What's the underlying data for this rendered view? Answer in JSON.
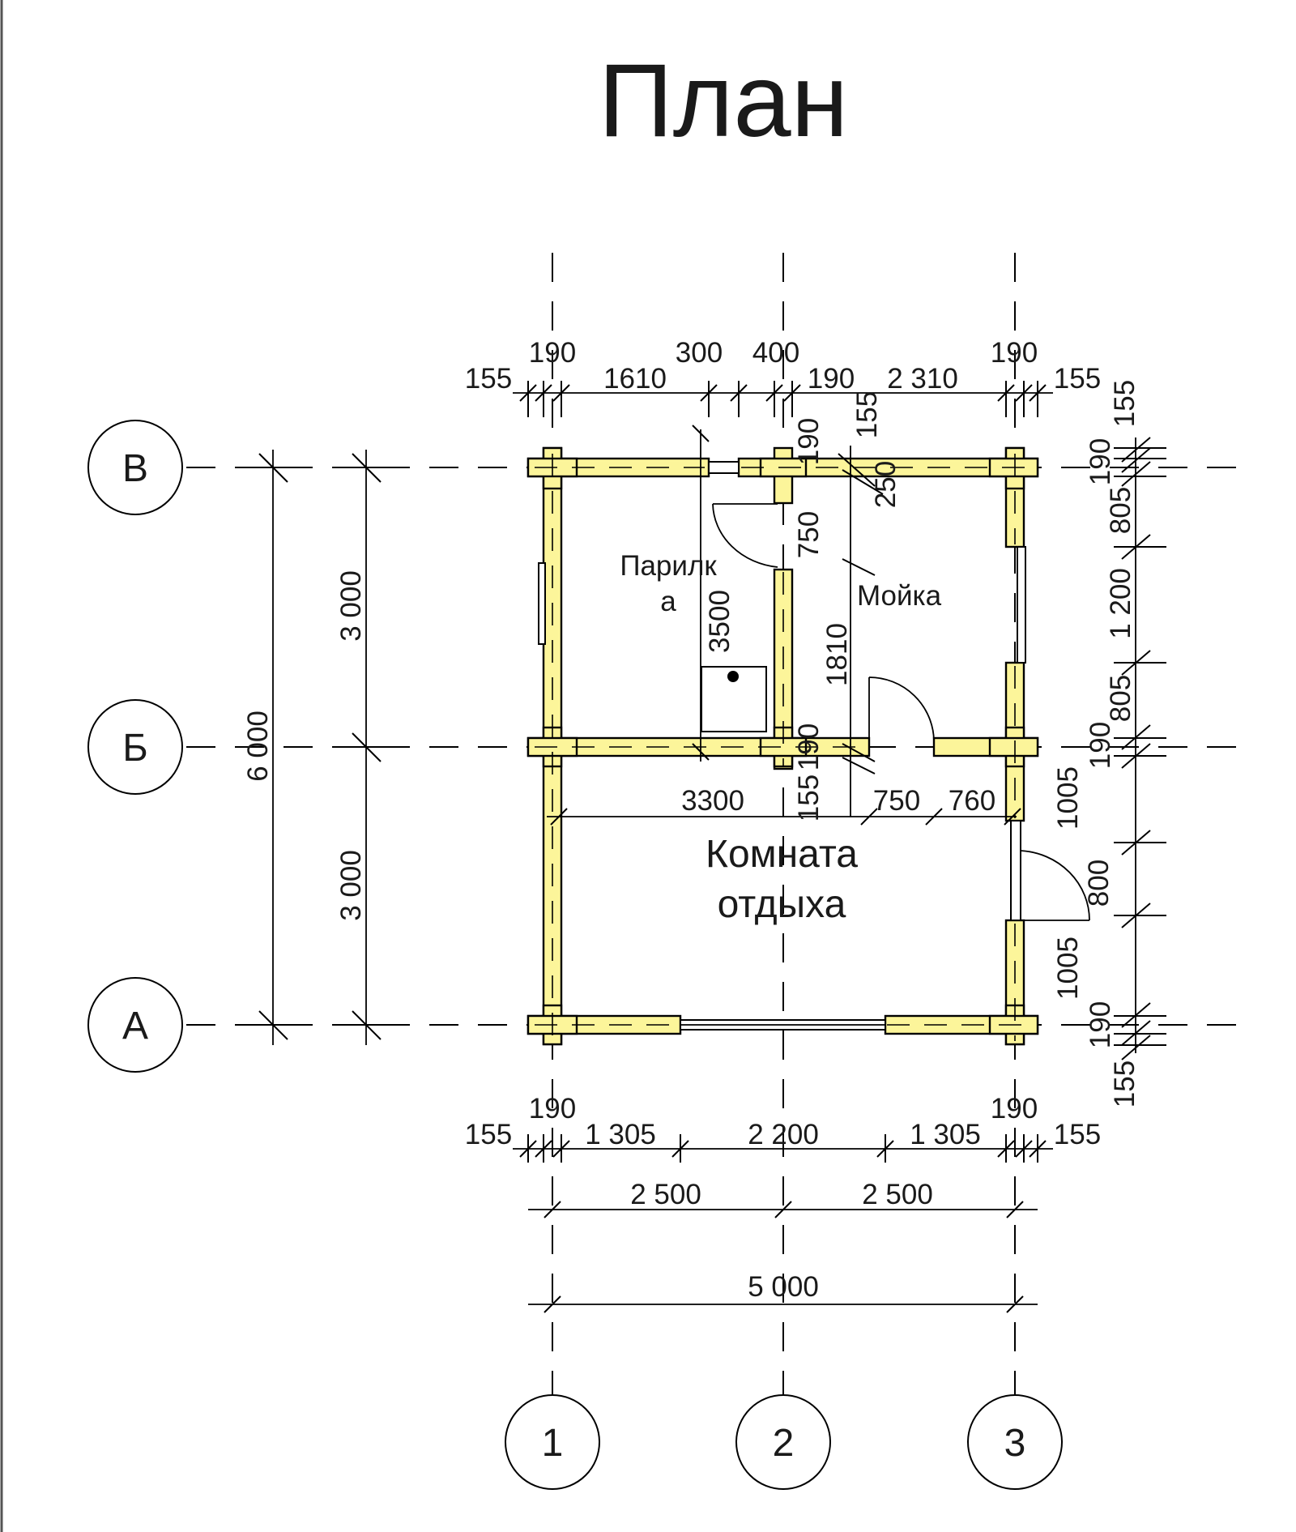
{
  "title": "План",
  "axes": {
    "rows": [
      "В",
      "Б",
      "А"
    ],
    "cols": [
      "1",
      "2",
      "3"
    ]
  },
  "rooms": {
    "steam_line1": "Парилк",
    "steam_line2": "а",
    "wash": "Мойка",
    "rest_line1": "Комната",
    "rest_line2": "отдыха"
  },
  "dims": {
    "top_190_left": "190",
    "top_300": "300",
    "top_400": "400",
    "top_190_right": "190",
    "top_155_left": "155",
    "top_1610": "1610",
    "top_190_mid": "190",
    "top_2310": "2 310",
    "top_155_right": "155",
    "part_155": "155",
    "part_190": "190",
    "part_250": "250",
    "part_750": "750",
    "part_3500": "3500",
    "part_1810": "1810",
    "part_190_low": "190",
    "part_155_low": "155",
    "inner_3300": "3300",
    "inner_750": "750",
    "inner_760": "760",
    "left_6000": "6 000",
    "left_3000_top": "3 000",
    "left_3000_bot": "3 000",
    "right_155_top": "155",
    "right_190_top": "190",
    "right_805_top": "805",
    "right_1200": "1 200",
    "right_805_bot": "805",
    "right_190_mid": "190",
    "right_1005_top": "1005",
    "right_800": "800",
    "right_1005_bot": "1005",
    "right_190_bot": "190",
    "right_155_bot": "155",
    "bot_190_left": "190",
    "bot_190_right": "190",
    "bot_155_left": "155",
    "bot_1305_left": "1 305",
    "bot_2200": "2 200",
    "bot_1305_right": "1 305",
    "bot_155_right": "155",
    "bot_2500_left": "2 500",
    "bot_2500_right": "2 500",
    "bot_5000": "5 000"
  }
}
